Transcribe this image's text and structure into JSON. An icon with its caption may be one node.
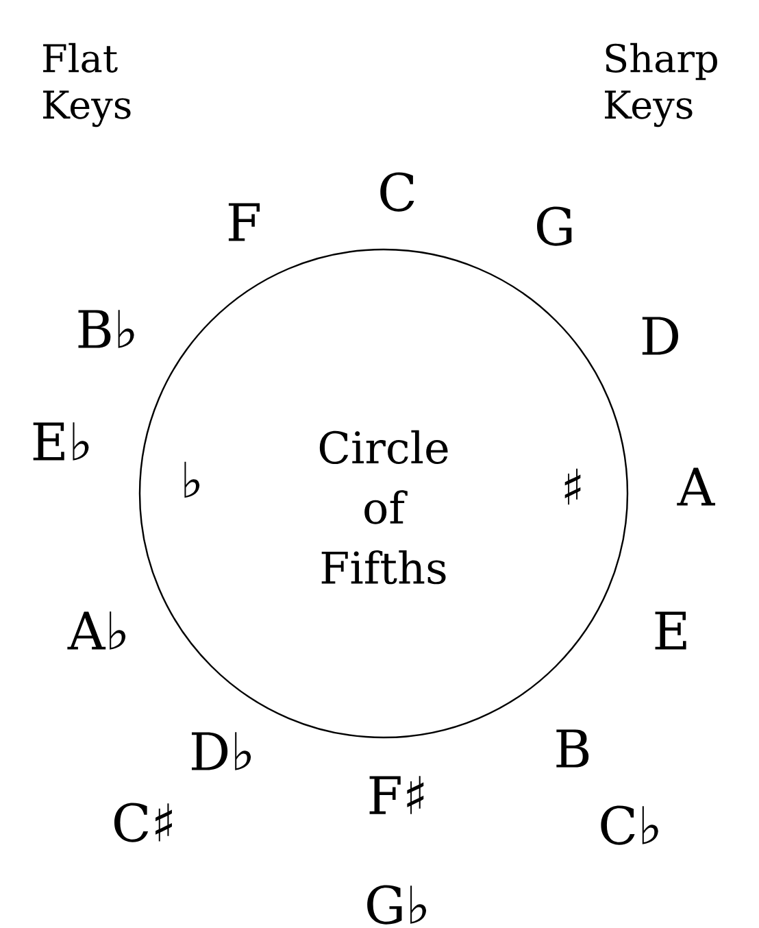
{
  "diagram": {
    "nodes": [
      {
        "text": [
          "♭",
          "Circle of Fifths",
          "♯"
        ]
      }
    ],
    "labels": [
      "Flat Keys",
      "Sharp Keys",
      "C",
      "F",
      "G",
      "B♭",
      "D",
      "E♭",
      "A",
      "A♭",
      "E",
      "D♭",
      "B",
      "F♯",
      "C♯",
      "C♭",
      "G♭"
    ]
  }
}
